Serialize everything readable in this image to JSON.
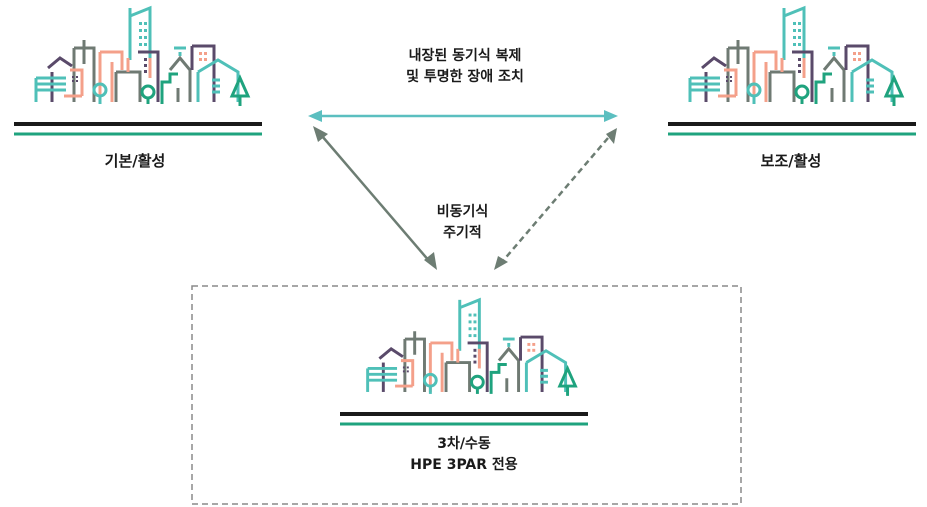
{
  "sites": {
    "primary": {
      "label": "기본/활성"
    },
    "secondary": {
      "label": "보조/활성"
    },
    "tertiary": {
      "line1": "3차/수동",
      "line2": "HPE 3PAR 전용"
    }
  },
  "links": {
    "sync": {
      "line1": "내장된 동기식 복제",
      "line2": "및 투명한 장애 조치"
    },
    "async": {
      "line1": "비동기식",
      "line2": "주기적"
    }
  },
  "colors": {
    "teal": "#4fc0b8",
    "coral": "#f4a08a",
    "purple": "#5a4a6a",
    "gray": "#6f7a73",
    "green": "#1fa37e",
    "ground": "#1a1a1a",
    "arrow_teal": "#5bbfc0",
    "arrow_gray": "#6d7d73"
  }
}
